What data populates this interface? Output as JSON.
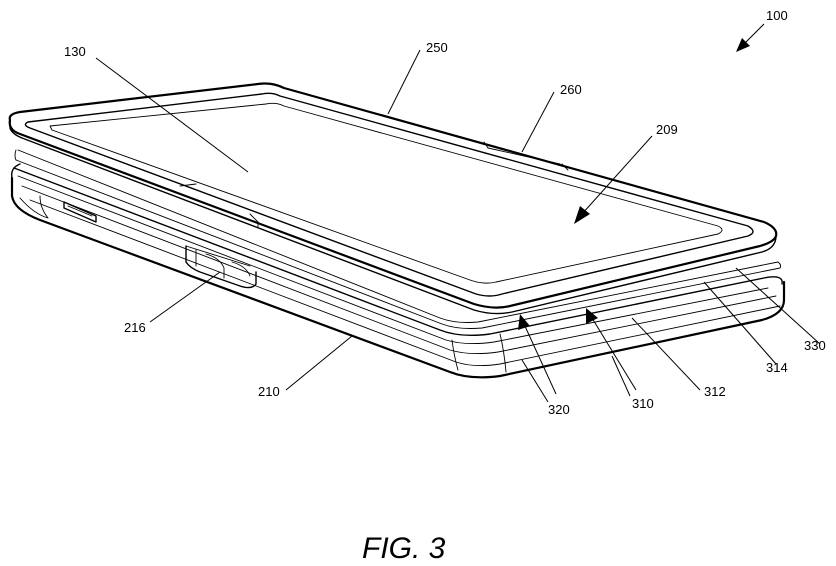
{
  "figure": {
    "caption": "FIG. 3",
    "labels": {
      "l100": "100",
      "l130": "130",
      "l250": "250",
      "l260": "260",
      "l209": "209",
      "l216": "216",
      "l210": "210",
      "l320": "320",
      "l310": "310",
      "l312": "312",
      "l314": "314",
      "l330": "330"
    }
  }
}
